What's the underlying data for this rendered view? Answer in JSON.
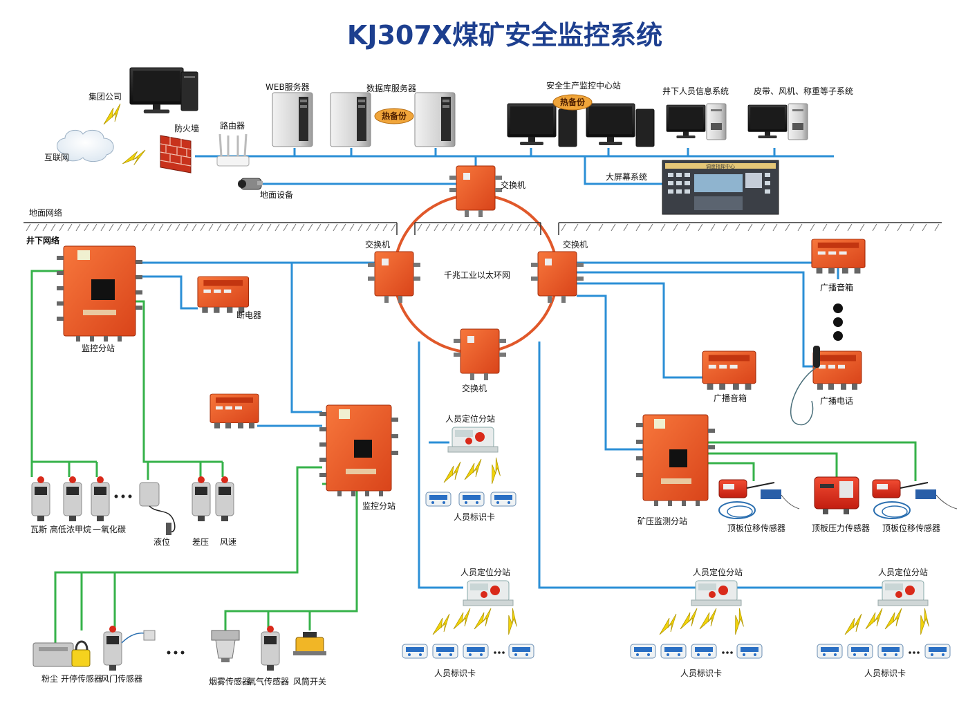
{
  "title": "KJ307X煤矿安全监控系统",
  "surface": {
    "group_company": "集团公司",
    "internet": "互联网",
    "firewall": "防火墙",
    "router": "路由器",
    "web_server": "WEB服务器",
    "db_server": "数据库服务器",
    "hot_backup_1": "热备份",
    "control_center": "安全生产监控中心站",
    "hot_backup_2": "热备份",
    "personnel_system": "井下人员信息系统",
    "subsystems": "皮带、风机、称重等子系统",
    "big_screen": "大屏幕系统",
    "ground_device": "地面设备",
    "surface_network": "地面网络",
    "underground_network": "井下网络"
  },
  "ring": {
    "label": "千兆工业以太环网",
    "switch_top": "交换机",
    "switch_left": "交换机",
    "switch_right": "交换机",
    "switch_bottom": "交换机"
  },
  "left": {
    "substation_1": "监控分站",
    "breaker": "断电器",
    "substation_2": "监控分站",
    "sensors_row1": [
      "瓦斯",
      "高低浓甲烷",
      "一氧化碳",
      "液位",
      "差压",
      "风速"
    ],
    "sensors_row2": [
      "粉尘",
      "开停传感器",
      "风门传感器",
      "烟雾传感器",
      "氧气传感器",
      "风筒开关"
    ]
  },
  "right": {
    "broadcast_box_1": "广播音箱",
    "broadcast_box_2": "广播音箱",
    "broadcast_phone": "广播电话",
    "pressure_station": "矿压监测分站",
    "roof_disp_1": "顶板位移传感器",
    "roof_pressure": "顶板压力传感器",
    "roof_disp_2": "顶板位移传感器"
  },
  "personnel": {
    "station_1": "人员定位分站",
    "card_1": "人员标识卡",
    "station_2": "人员定位分站",
    "card_2": "人员标识卡",
    "station_3": "人员定位分站",
    "card_3": "人员标识卡",
    "station_4": "人员定位分站",
    "card_4": "人员标识卡"
  },
  "screen_header": "调度指挥中心",
  "colors": {
    "title": "#1d3f8f",
    "blue_line": "#2b8fd6",
    "green_line": "#36b24a",
    "ring": "#e0582a",
    "device_orange": "#f05a1e",
    "device_red": "#e8321e",
    "bolt": "#f2d40a"
  }
}
